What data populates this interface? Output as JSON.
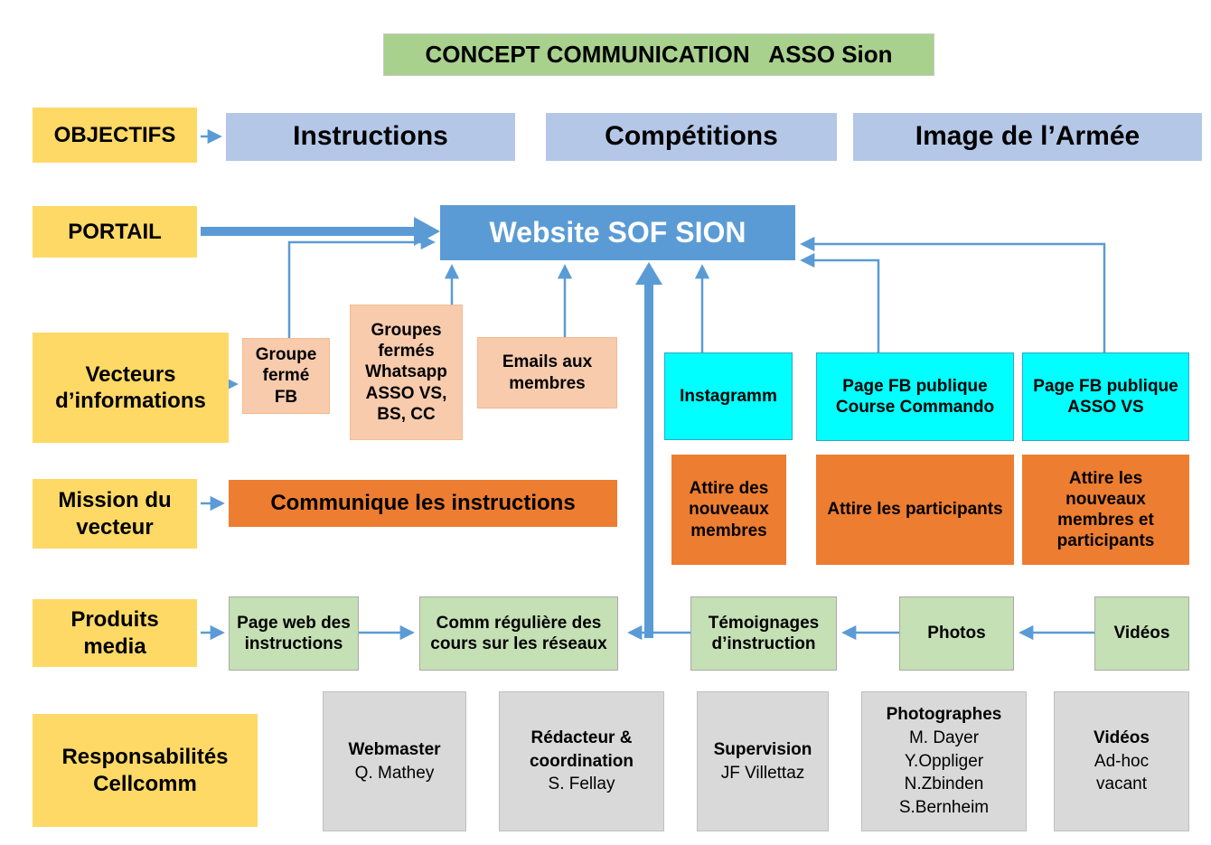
{
  "title": "CONCEPT COMMUNICATION   ASSO Sion",
  "objectives": {
    "header": "OBJECTIFS",
    "instructions": "Instructions",
    "competitions": "Compétitions",
    "image_armee": "Image de l’Armée"
  },
  "portal": {
    "header": "PORTAIL",
    "website": "Website SOF SION"
  },
  "vectors": {
    "header": "Vecteurs d’informations",
    "groupe_ferme_fb": "Groupe fermé FB",
    "groupes_whatsapp": "Groupes fermés Whatsapp ASSO VS, BS, CC",
    "emails_membres": "Emails aux membres",
    "instagramm": "Instagramm",
    "fb_course_commando": "Page FB publique Course Commando",
    "fb_asso_vs": "Page FB publique ASSO VS"
  },
  "mission": {
    "header": "Mission du vecteur",
    "communique": "Communique les instructions",
    "attire_nouveaux": "Attire des nouveaux membres",
    "attire_participants": "Attire les participants",
    "attire_nouveaux_participants": "Attire les nouveaux membres et participants"
  },
  "products": {
    "header": "Produits media",
    "page_web": "Page web des instructions",
    "comm_reguliere": "Comm régulière des cours sur les réseaux",
    "temoignages": "Témoignages d’instruction",
    "photos": "Photos",
    "videos": "Vidéos"
  },
  "responsibilities": {
    "header": "Responsabilités Cellcomm",
    "webmaster": {
      "role": "Webmaster",
      "name": "Q. Mathey"
    },
    "redacteur": {
      "role": "Rédacteur & coordination",
      "name": "S. Fellay"
    },
    "supervision": {
      "role": "Supervision",
      "name": "JF Villettaz"
    },
    "photographes": {
      "role": "Photographes",
      "names": [
        "M. Dayer",
        "Y.Oppliger",
        "N.Zbinden",
        "S.Bernheim"
      ]
    },
    "videos": {
      "role": "Vidéos",
      "names": [
        "Ad-hoc",
        "vacant"
      ]
    }
  },
  "colors": {
    "yellow": "#FFD966",
    "header_blue": "#B4C7E7",
    "website_blue": "#5B9BD5",
    "peach": "#F8CBAD",
    "cyan": "#00FFFF",
    "orange": "#ED7D31",
    "light_green": "#C5E0B4",
    "title_green": "#A9D18E",
    "gray": "#D9D9D9",
    "arrow": "#5B9BD5"
  },
  "edges": [
    {
      "from": "objectifs",
      "to": "instructions",
      "style": "thin"
    },
    {
      "from": "portail",
      "to": "website",
      "style": "thick"
    },
    {
      "from": "groupe_ferme_fb",
      "to": "website",
      "style": "thin"
    },
    {
      "from": "groupes_whatsapp",
      "to": "website",
      "style": "thin"
    },
    {
      "from": "emails_membres",
      "to": "website",
      "style": "thin"
    },
    {
      "from": "instagramm",
      "to": "website",
      "style": "thin"
    },
    {
      "from": "fb_course_commando",
      "to": "website",
      "style": "thin"
    },
    {
      "from": "fb_asso_vs",
      "to": "website",
      "style": "thin"
    },
    {
      "from": "temoignages_junction",
      "to": "website",
      "style": "thick"
    },
    {
      "from": "vecteurs",
      "to": "groupe_ferme_fb",
      "style": "thin"
    },
    {
      "from": "mission",
      "to": "communique",
      "style": "thin"
    },
    {
      "from": "produits",
      "to": "page_web",
      "style": "thin"
    },
    {
      "from": "page_web",
      "to": "comm_reguliere",
      "style": "thin"
    },
    {
      "from": "temoignages",
      "to": "comm_reguliere",
      "style": "thin"
    },
    {
      "from": "photos",
      "to": "temoignages",
      "style": "thin"
    },
    {
      "from": "videos",
      "to": "photos",
      "style": "thin"
    }
  ]
}
